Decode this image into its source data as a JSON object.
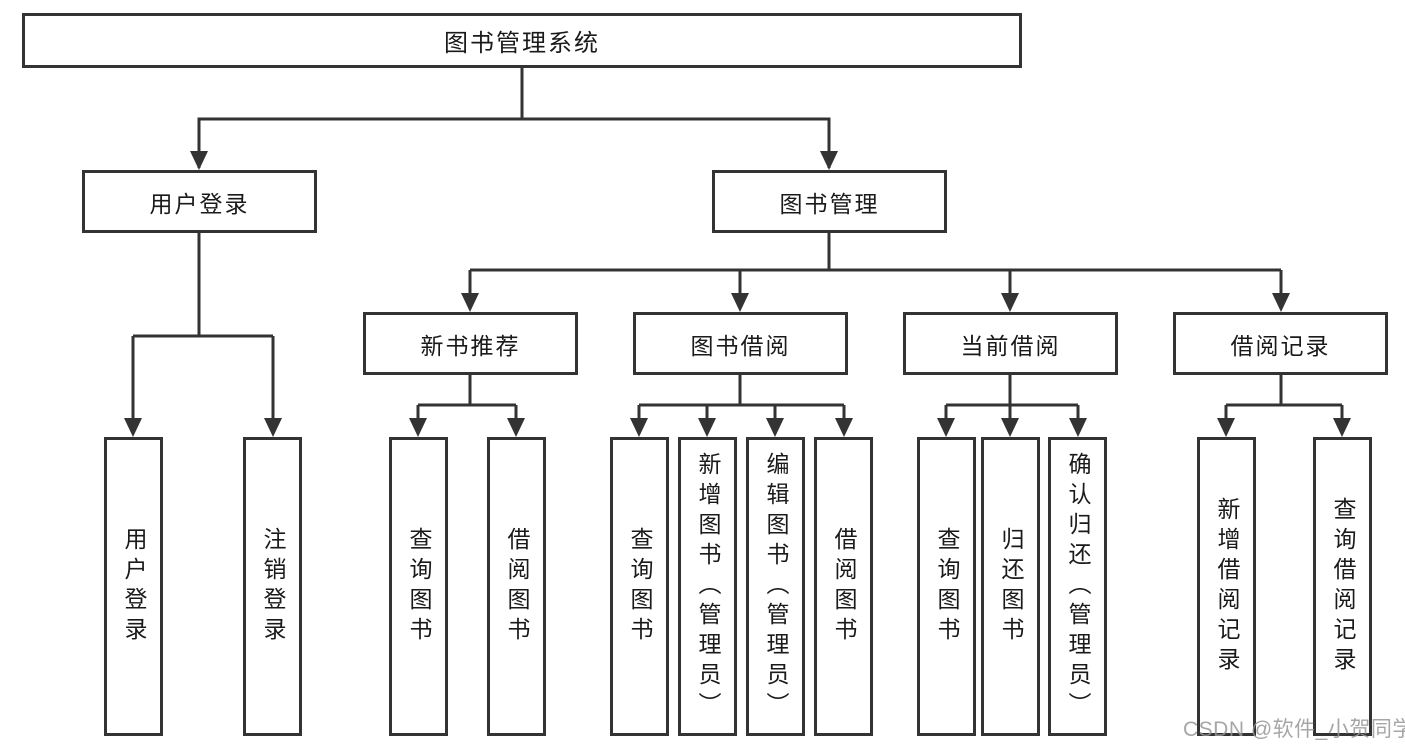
{
  "diagram_type": "hierarchy-tree",
  "colors": {
    "background": "#ffffff",
    "line": "#333333",
    "box_border": "#333333",
    "text": "#1a1a1a",
    "watermark": "#969696"
  },
  "tree": {
    "root": "图书管理系统",
    "children": [
      {
        "label": "用户登录",
        "children": [
          "用户登录",
          "注销登录"
        ]
      },
      {
        "label": "图书管理",
        "children": [
          {
            "label": "新书推荐",
            "children": [
              "查询图书",
              "借阅图书"
            ]
          },
          {
            "label": "图书借阅",
            "children": [
              "查询图书",
              "新增图书（管理员）",
              "编辑图书（管理员）",
              "借阅图书"
            ]
          },
          {
            "label": "当前借阅",
            "children": [
              "查询图书",
              "归还图书",
              "确认归还（管理员）"
            ]
          },
          {
            "label": "借阅记录",
            "children": [
              "新增借阅记录",
              "查询借阅记录"
            ]
          }
        ]
      }
    ]
  },
  "watermark": "CSDN @软件_小贺同学"
}
